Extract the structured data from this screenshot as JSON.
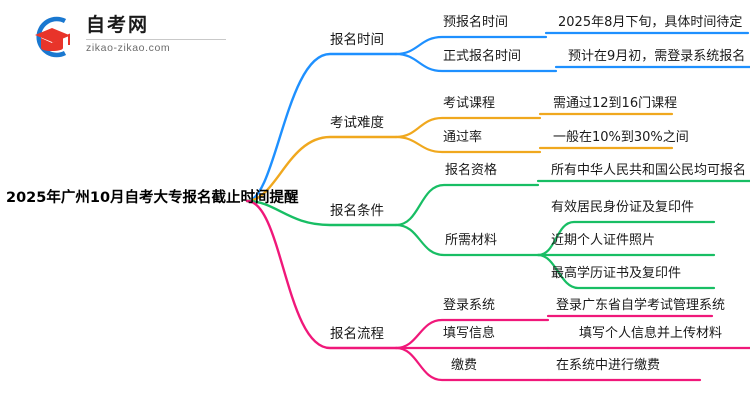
{
  "logo": {
    "name_cn": "自考网",
    "url": "zikao-zikao.com",
    "mark_icon": "graduation-cap-logo-icon",
    "arc_color": "#1a78d0",
    "cap_color": "#e8342a"
  },
  "mindmap": {
    "root": {
      "label": "2025年广州10月自考大专报名截止时间提醒"
    },
    "branches": [
      {
        "id": "signup-time",
        "label": "报名时间",
        "color": "#1E90FF",
        "children": [
          {
            "label": "预报名时间",
            "detail": "2025年8月下旬，具体时间待定"
          },
          {
            "label": "正式报名时间",
            "detail": "预计在9月初，需登录系统报名"
          }
        ]
      },
      {
        "id": "exam-difficulty",
        "label": "考试难度",
        "color": "#F0A81E",
        "children": [
          {
            "label": "考试课程",
            "detail": "需通过12到16门课程"
          },
          {
            "label": "通过率",
            "detail": "一般在10%到30%之间"
          }
        ]
      },
      {
        "id": "signup-conditions",
        "label": "报名条件",
        "color": "#18BE64",
        "children": [
          {
            "label": "报名资格",
            "detail": "所有中华人民共和国公民均可报名"
          },
          {
            "label": "所需材料",
            "details": [
              "有效居民身份证及复印件",
              "近期个人证件照片",
              "最高学历证书及复印件"
            ]
          }
        ]
      },
      {
        "id": "signup-process",
        "label": "报名流程",
        "color": "#F0187A",
        "children": [
          {
            "label": "登录系统",
            "detail": "登录广东省自学考试管理系统"
          },
          {
            "label": "填写信息",
            "detail": "填写个人信息并上传材料"
          },
          {
            "label": "缴费",
            "detail": "在系统中进行缴费"
          }
        ]
      }
    ]
  }
}
